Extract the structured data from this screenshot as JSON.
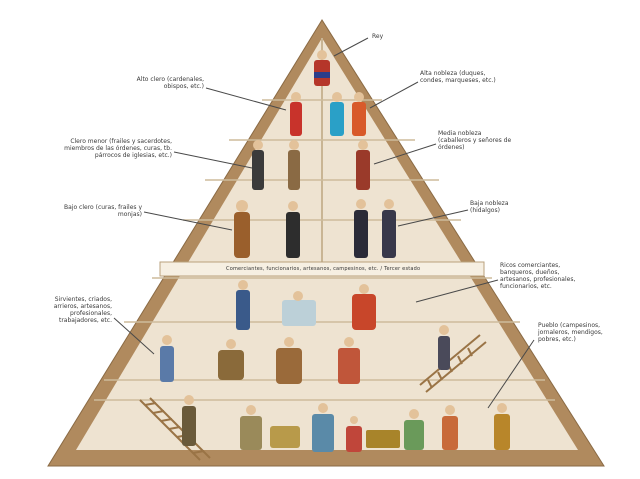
{
  "labels": {
    "king": "Rey",
    "high_clergy": "Alto clero (cardenales, obispos, etc.)",
    "high_nobility": "Alta nobleza (duques, condes, marqueses, etc.)",
    "low_clergy": "Clero menor (frailes y sacerdotes, miembros de las órdenes, curas, tb. párrocos de iglesias, etc.)",
    "middle_nobility": "Media nobleza (caballeros y señores de órdenes)",
    "low_clergy_friars": "Bajo clero (curas, frailes y monjas)",
    "low_nobility": "Baja nobleza (hidalgos)",
    "band": "Comerciantes, funcionarios, artesanos, campesinos, etc. / Tercer estado",
    "bourgeoisie": "Ricos comerciantes, banqueros, dueños, artesanos, profesionales, funcionarios, etc.",
    "servants": "Sirvientes, criados, arrieros, artesanos, profesionales, trabajadores, etc.",
    "peasants": "Pueblo (campesinos, jornaleros, mendigos, pobres, etc.)"
  }
}
